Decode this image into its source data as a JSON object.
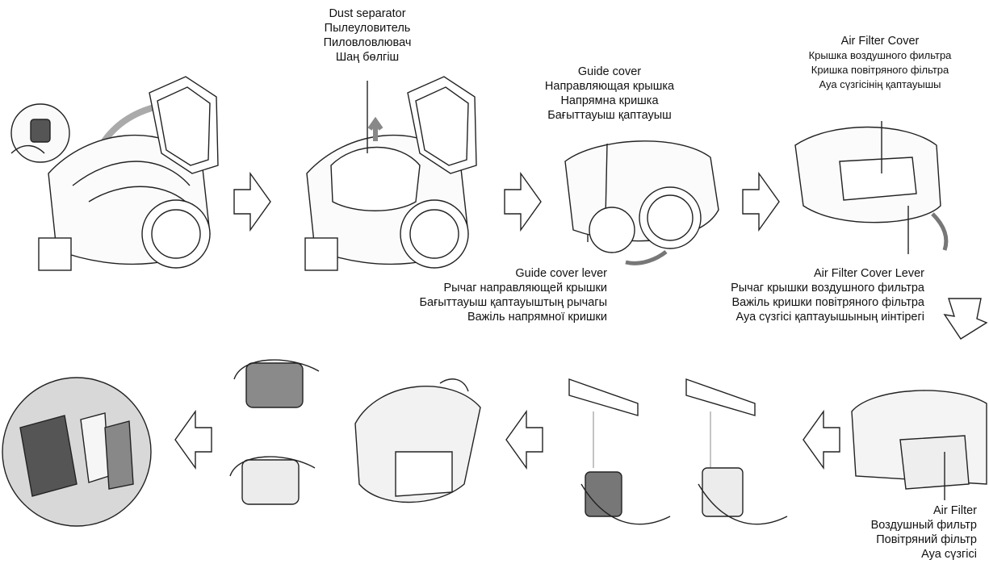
{
  "labels": {
    "dust_separator": [
      "Dust separator",
      "Пылеуловитель",
      "Пиловловлювач",
      "Шаң бөлгіш"
    ],
    "guide_cover": [
      "Guide cover",
      "Направляющая крышка",
      "Напрямна кришка",
      "Бағыттауыш қаптауыш"
    ],
    "air_filter_cover": [
      "Air Filter Cover",
      "Крышка воздушного фильтра",
      "Кришка повітряного фільтра",
      "Ауа сүзгісінің қаптауышы"
    ],
    "guide_cover_lever": [
      "Guide cover lever",
      "Рычаг направляющей крышки",
      "Бағыттауыш қаптауыштың рычагы",
      "Важіль напрямної кришки"
    ],
    "air_filter_cover_lever": [
      "Air Filter Cover Lever",
      "Рычаг крышки воздушного фильтра",
      "Важіль кришки повітряного фільтра",
      "Ауа сүзгісі қаптауышының иінтірегі"
    ],
    "air_filter": [
      "Air Filter",
      "Воздушный фильтр",
      "Повітряний фільтр",
      "Ауа сүзгісі"
    ]
  },
  "colors": {
    "line": "#222222",
    "gray_fill": "#8a8a8a",
    "light_fill": "#e6e6e6",
    "arrow_gray": "#9a9a9a"
  }
}
